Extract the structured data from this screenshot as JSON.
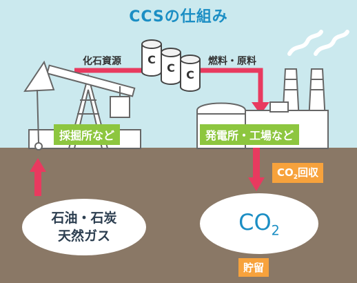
{
  "title": "CCSの仕組み",
  "labels": {
    "fossil_resources": "化石資源",
    "fuel_material": "燃料・原料",
    "extraction_site": "採掘所など",
    "power_plant": "発電所・工場など",
    "co2_capture_prefix": "CO",
    "co2_capture_sub": "2",
    "co2_capture_suffix": "回収",
    "storage": "貯留"
  },
  "ovals": {
    "resource_line1": "石油・石炭",
    "resource_line2": "天然ガス",
    "co2_main": "CO",
    "co2_sub": "2"
  },
  "containers": [
    "C",
    "C",
    "C"
  ],
  "colors": {
    "sky": "#cbe9ee",
    "ground": "#8a7866",
    "title": "#1b8ec4",
    "arrow": "#e83a5f",
    "green_label": "#8dc63f",
    "orange_label": "#f7a23c"
  }
}
